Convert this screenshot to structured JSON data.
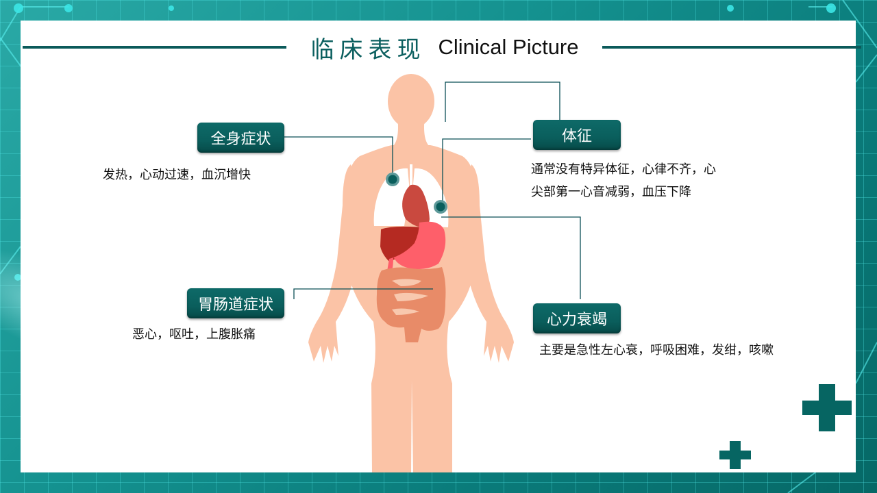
{
  "slide": {
    "title_cn": "临床表现",
    "title_en": "Clinical Picture"
  },
  "sections": [
    {
      "id": "systemic",
      "label": "全身症状",
      "description": [
        "发热，心动过速，血沉增快"
      ]
    },
    {
      "id": "signs",
      "label": "体征",
      "description": [
        "通常没有特异体征，心律不齐，心",
        "尖部第一心音减弱，血压下降"
      ]
    },
    {
      "id": "gastrointestinal",
      "label": "胃肠道症状",
      "description": [
        "恶心，呕吐，上腹胀痛"
      ]
    },
    {
      "id": "heart-failure",
      "label": "心力衰竭",
      "description": [
        "主要是急性左心衰，呼吸困难，发绀，咳嗽"
      ]
    }
  ],
  "illustration": {
    "subject": "human-body-anatomy",
    "organs": [
      "lungs",
      "heart",
      "liver",
      "stomach",
      "intestines"
    ],
    "markers": 2
  },
  "decorations": [
    "plus-cross-large",
    "plus-cross-small"
  ],
  "colors": {
    "accent": "#0a5e5c",
    "title_cn": "#0b5f5f",
    "skin": "#fbc3a6",
    "heart": "#c9493f",
    "liver": "#b52a22",
    "stomach": "#fe5f6a",
    "intestine": "#e88b68",
    "background": "#14918f"
  }
}
